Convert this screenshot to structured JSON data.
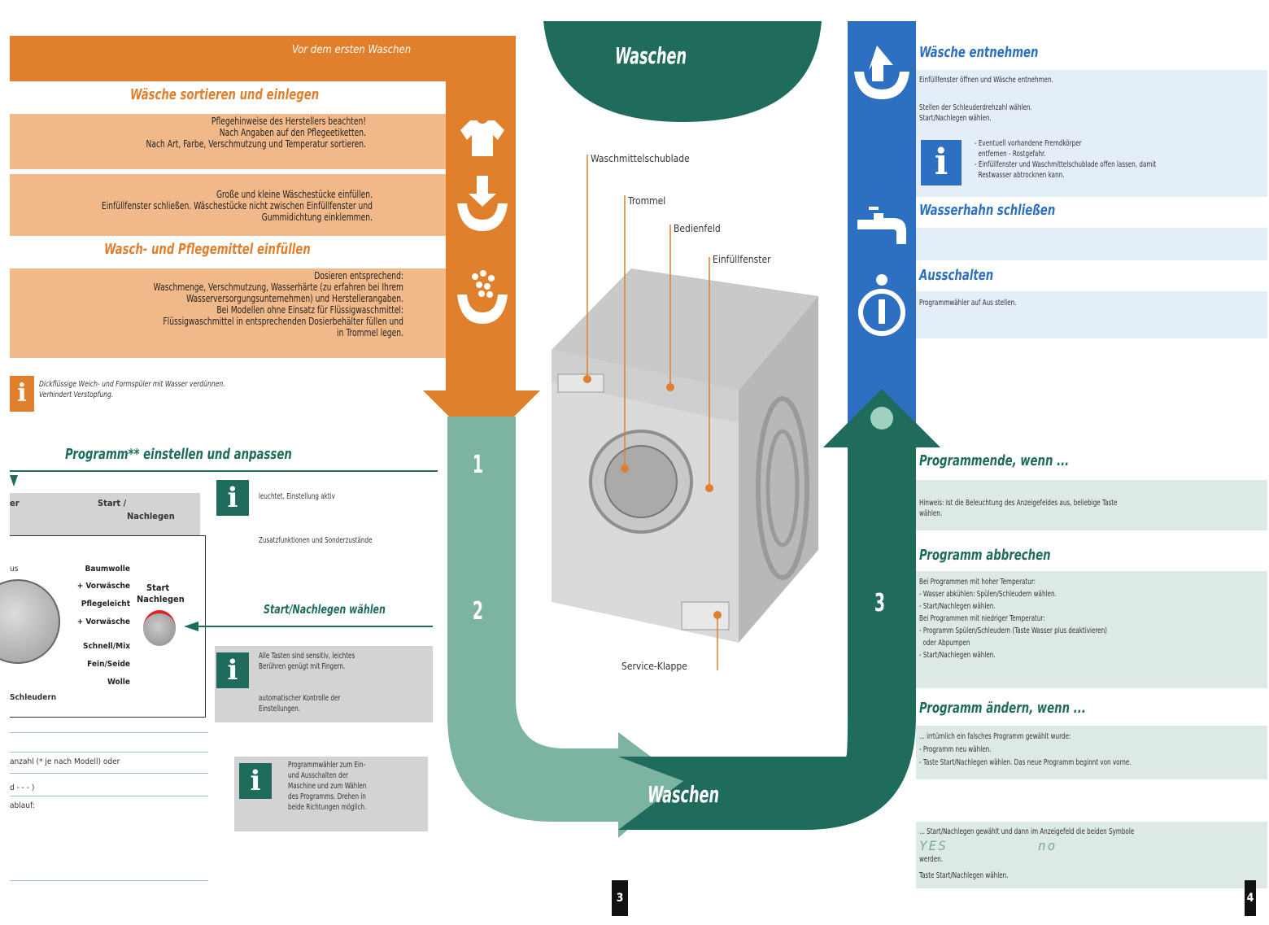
{
  "left": {
    "header": "Vor dem ersten Waschen",
    "sort_title": "Wäsche sortieren und einlegen",
    "sort_text1": "Pflegehinweise des Herstellers beachten!\nNach Angaben auf den Pflegeetiketten.\nNach Art, Farbe, Verschmutzung und Temperatur sortieren.",
    "sort_text2": "Große und kleine Wäschestücke einfüllen.\nEinfüllfenster schließen. Wäschestücke nicht zwischen Einfüllfenster und\nGummidichtung einklemmen.",
    "detergent_title": "Wasch- und Pflegemittel einfüllen",
    "detergent_text": "Dosieren entsprechend:\nWaschmenge, Verschmutzung, Wasserhärte (zu erfahren bei Ihrem\nWasserversorgungsunternehmen) und Herstellerangaben.\nBei Modellen ohne Einsatz für Flüssigwaschmittel:\nFlüssigwaschmittel in entsprechenden Dosierbehälter füllen und\nin Trommel legen.",
    "note_text": "Dickflüssige Weich- und Formspüler mit Wasser verdünnen.\nVerhindert Verstopfung.",
    "program_title": "Programm** einstellen und anpassen",
    "panel": {
      "col1": "er",
      "col2": "Start /",
      "col2b": "Nachlegen",
      "items": [
        "Baumwolle",
        "+ Vorwäsche",
        "Pflegeleicht",
        "+ Vorwäsche",
        "Schnell/Mix",
        "Fein/Seide",
        "Wolle"
      ],
      "left_label": "us",
      "bottom_label": "Schleudern",
      "start_label": "Start",
      "nach_label": "Nachlegen"
    },
    "info1": "leuchtet, Einstellung aktiv",
    "info1b": "Zusatzfunktionen und Sonderzustände",
    "start_title": "Start/Nachlegen wählen",
    "info2": "Alle Tasten sind sensitiv, leichtes\nBerühren genügt mit Fingern.",
    "info2b": "automatischer Kontrolle der\nEinstellungen.",
    "info3": "Programmwähler zum Ein-\nund Ausschalten der\nMaschine und zum Wählen\ndes Programms. Drehen in\nbeide Richtungen möglich.",
    "bottom_lines": [
      "anzahl (* je nach Modell) oder",
      "d - - - )",
      "ablauf:"
    ],
    "page_number": "3"
  },
  "center": {
    "top_title": "Waschen",
    "bottom_title": "Waschen",
    "numbers": [
      "1",
      "2",
      "3"
    ],
    "labels": {
      "drawer": "Waschmittelschublade",
      "drum": "Trommel",
      "panel": "Bedienfeld",
      "window": "Einfüllfenster",
      "service": "Service-Klappe"
    }
  },
  "right": {
    "remove_title": "Wäsche entnehmen",
    "remove_text1": "Einfüllfenster öffnen und Wäsche entnehmen.",
    "remove_text2": "Stellen der Schleuderdrehzahl wählen.\nStart/Nachlegen wählen.",
    "remove_info": "- Eventuell vorhandene Fremdkörper\n  entfernen - Rostgefahr.\n- Einfüllfenster und Waschmittelschublade offen lassen, damit\n  Restwasser abtrocknen kann.",
    "tap_title": "Wasserhahn schließen",
    "off_title": "Ausschalten",
    "off_text": "Programmwähler auf Aus stellen.",
    "end_title": "Programmende, wenn ...",
    "end_text": "Hinweis: Ist die Beleuchtung des Anzeigefeldes aus, beliebige Taste\nwählen.",
    "abort_title": "Programm abbrechen",
    "abort_text": "Bei Programmen mit hoher Temperatur:\n- Wasser abkühlen: Spülen/Schleudern wählen.\n- Start/Nachlegen wählen.\nBei Programmen mit niedriger Temperatur:\n- Programm Spülen/Schleudern (Taste Wasser plus deaktivieren)\n  oder Abpumpen\n- Start/Nachlegen wählen.",
    "change_title": "Programm ändern, wenn ...",
    "change_text": "... irrtümlich ein falsches Programm gewählt wurde:\n- Programm neu wählen.\n- Taste Start/Nachlegen wählen. Das neue Programm beginnt von vorne.",
    "bottom_text1": "... Start/Nachlegen gewählt und dann im Anzeigefeld die beiden Symbole",
    "yes": "YES",
    "no": "no",
    "bottom_text2": "werden.",
    "bottom_text3": "Taste Start/Nachlegen wählen.",
    "page_number": "4"
  }
}
